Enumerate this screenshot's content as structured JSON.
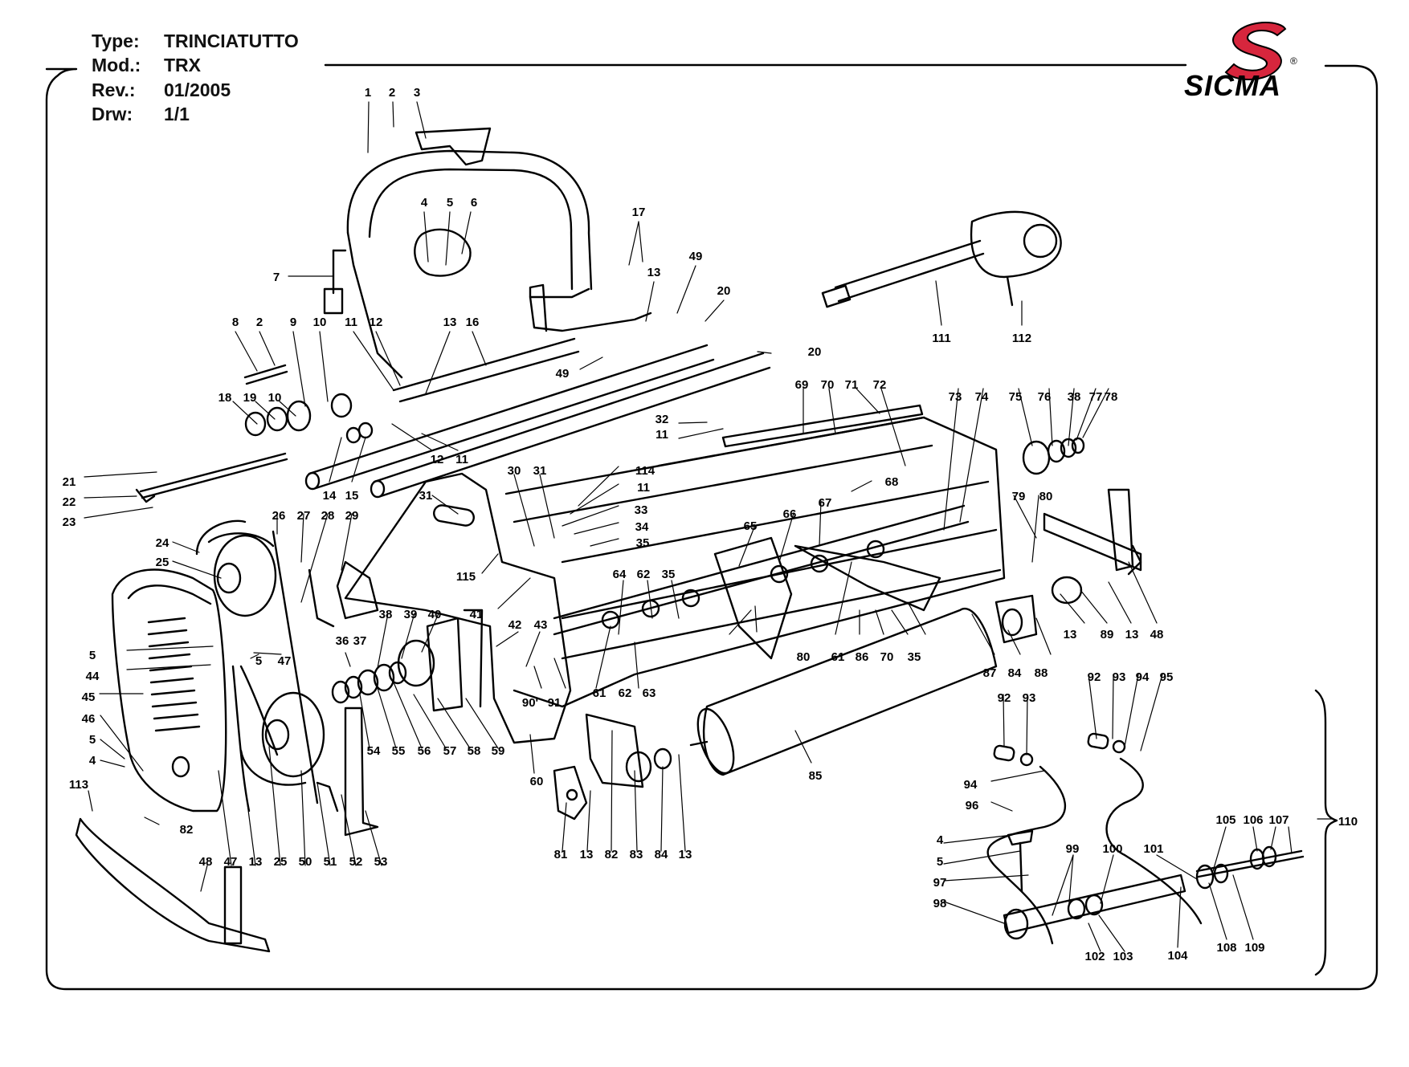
{
  "header": {
    "type_key": "Type:",
    "type_val": "TRINCIATUTTO",
    "mod_key": "Mod.:",
    "mod_val": "TRX",
    "rev_key": "Rev.:",
    "rev_val": "01/2005",
    "drw_key": "Drw:",
    "drw_val": "1/1"
  },
  "brand": {
    "name": "SICMA",
    "registered": "®",
    "logo_color": "#d7263d"
  },
  "callouts": [
    {
      "t": "1"
    },
    {
      "t": "2"
    },
    {
      "t": "3"
    },
    {
      "t": "4"
    },
    {
      "t": "5"
    },
    {
      "t": "6"
    },
    {
      "t": "17"
    },
    {
      "t": "49"
    },
    {
      "t": "7"
    },
    {
      "t": "13"
    },
    {
      "t": "20"
    },
    {
      "t": "8"
    },
    {
      "t": "2"
    },
    {
      "t": "9"
    },
    {
      "t": "10"
    },
    {
      "t": "11"
    },
    {
      "t": "12"
    },
    {
      "t": "13"
    },
    {
      "t": "16"
    },
    {
      "t": "20"
    },
    {
      "t": "49"
    },
    {
      "t": "111"
    },
    {
      "t": "112"
    },
    {
      "t": "18"
    },
    {
      "t": "19"
    },
    {
      "t": "10"
    },
    {
      "t": "12"
    },
    {
      "t": "11"
    },
    {
      "t": "14"
    },
    {
      "t": "15"
    },
    {
      "t": "69"
    },
    {
      "t": "70"
    },
    {
      "t": "71"
    },
    {
      "t": "72"
    },
    {
      "t": "73"
    },
    {
      "t": "74"
    },
    {
      "t": "75"
    },
    {
      "t": "76"
    },
    {
      "t": "38"
    },
    {
      "t": "77"
    },
    {
      "t": "78"
    },
    {
      "t": "32"
    },
    {
      "t": "11"
    },
    {
      "t": "21"
    },
    {
      "t": "22"
    },
    {
      "t": "23"
    },
    {
      "t": "30"
    },
    {
      "t": "31"
    },
    {
      "t": "114"
    },
    {
      "t": "11"
    },
    {
      "t": "33"
    },
    {
      "t": "34"
    },
    {
      "t": "35"
    },
    {
      "t": "68"
    },
    {
      "t": "79"
    },
    {
      "t": "80"
    },
    {
      "t": "31"
    },
    {
      "t": "26"
    },
    {
      "t": "27"
    },
    {
      "t": "28"
    },
    {
      "t": "29"
    },
    {
      "t": "24"
    },
    {
      "t": "25"
    },
    {
      "t": "115"
    },
    {
      "t": "41"
    },
    {
      "t": "67"
    },
    {
      "t": "66"
    },
    {
      "t": "65"
    },
    {
      "t": "64"
    },
    {
      "t": "62"
    },
    {
      "t": "35"
    },
    {
      "t": "38"
    },
    {
      "t": "39"
    },
    {
      "t": "40"
    },
    {
      "t": "42"
    },
    {
      "t": "43"
    },
    {
      "t": "36"
    },
    {
      "t": "37"
    },
    {
      "t": "5"
    },
    {
      "t": "44"
    },
    {
      "t": "5"
    },
    {
      "t": "47"
    },
    {
      "t": "45"
    },
    {
      "t": "90'"
    },
    {
      "t": "91"
    },
    {
      "t": "61"
    },
    {
      "t": "62"
    },
    {
      "t": "63"
    },
    {
      "t": "80"
    },
    {
      "t": "61"
    },
    {
      "t": "86"
    },
    {
      "t": "70"
    },
    {
      "t": "35"
    },
    {
      "t": "87"
    },
    {
      "t": "84"
    },
    {
      "t": "88"
    },
    {
      "t": "13"
    },
    {
      "t": "89"
    },
    {
      "t": "13"
    },
    {
      "t": "48"
    },
    {
      "t": "46"
    },
    {
      "t": "5"
    },
    {
      "t": "4"
    },
    {
      "t": "54"
    },
    {
      "t": "55"
    },
    {
      "t": "56"
    },
    {
      "t": "57"
    },
    {
      "t": "58"
    },
    {
      "t": "59"
    },
    {
      "t": "60"
    },
    {
      "t": "92"
    },
    {
      "t": "93"
    },
    {
      "t": "94"
    },
    {
      "t": "95"
    },
    {
      "t": "92"
    },
    {
      "t": "93"
    },
    {
      "t": "85"
    },
    {
      "t": "113"
    },
    {
      "t": "82"
    },
    {
      "t": "94"
    },
    {
      "t": "96"
    },
    {
      "t": "110"
    },
    {
      "t": "48"
    },
    {
      "t": "47"
    },
    {
      "t": "13"
    },
    {
      "t": "25"
    },
    {
      "t": "50"
    },
    {
      "t": "51"
    },
    {
      "t": "52"
    },
    {
      "t": "53"
    },
    {
      "t": "81"
    },
    {
      "t": "13"
    },
    {
      "t": "82"
    },
    {
      "t": "83"
    },
    {
      "t": "84"
    },
    {
      "t": "13"
    },
    {
      "t": "4"
    },
    {
      "t": "5"
    },
    {
      "t": "99"
    },
    {
      "t": "100"
    },
    {
      "t": "101"
    },
    {
      "t": "105"
    },
    {
      "t": "106"
    },
    {
      "t": "107"
    },
    {
      "t": "97"
    },
    {
      "t": "98"
    },
    {
      "t": "102"
    },
    {
      "t": "103"
    },
    {
      "t": "104"
    },
    {
      "t": "108"
    },
    {
      "t": "109"
    }
  ]
}
